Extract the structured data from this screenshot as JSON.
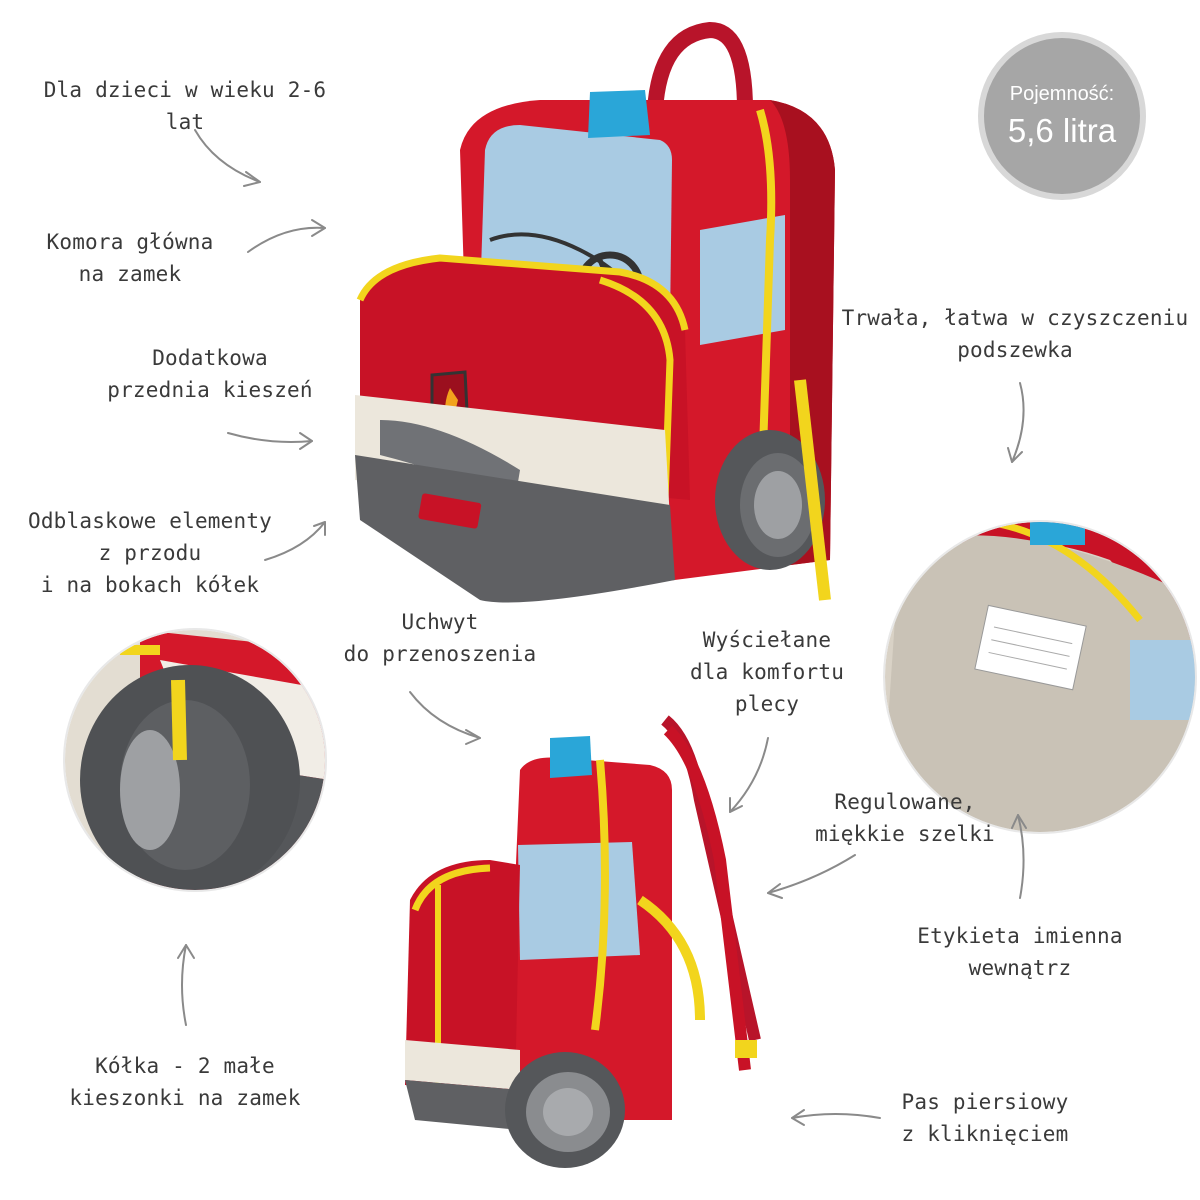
{
  "capacity_badge": {
    "title": "Pojemność:",
    "value": "5,6 litra"
  },
  "features": {
    "age": "Dla dzieci w wieku 2-6 lat",
    "main_compartment": "Komora główna\nna zamek",
    "front_pocket": "Dodatkowa\nprzednia kieszeń",
    "reflective": "Odblaskowe elementy\nz przodu\ni na bokach kółek",
    "wheels": "Kółka - 2 małe\nkieszonki na zamek",
    "handle": "Uchwyt\ndo przenoszenia",
    "padded_back": "Wyściełane\ndla komfortu\nplecy",
    "lining": "Trwała, łatwa w czyszczeniu\npodszewka",
    "straps": "Regulowane,\nmiękkie szelki",
    "name_tag": "Etykieta imienna\nwewnątrz",
    "chest_strap": "Pas piersiowy\nz kliknięciem"
  },
  "colors": {
    "bag_red": "#d4182a",
    "bag_dark_red": "#a8101f",
    "window_blue": "#a9cbe3",
    "zip_yellow": "#f2d51d",
    "light_blue": "#2aa6d8",
    "grey": "#5f6063",
    "cream": "#ece7dc",
    "lining_beige": "#c9c2b6",
    "text": "#3a3a3a",
    "arrow": "#8a8a8a",
    "badge": "#a6a6a6"
  },
  "product_images": [
    "fire-truck-backpack-front",
    "wheel-pocket-closeup",
    "fire-truck-backpack-side",
    "inner-lining-closeup"
  ]
}
